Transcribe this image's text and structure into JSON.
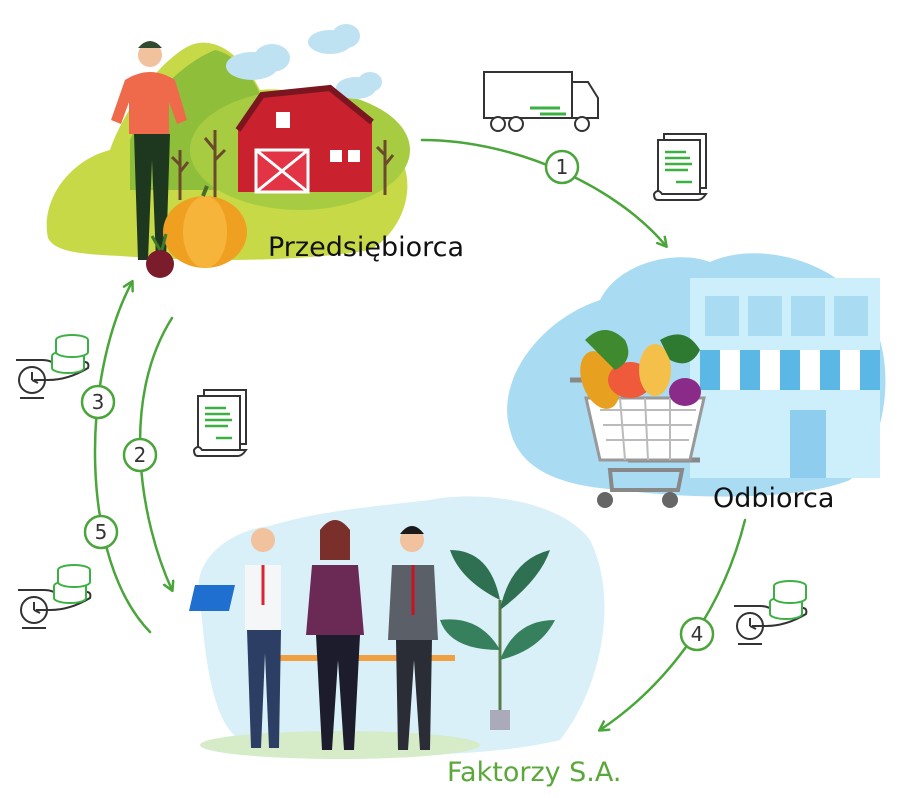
{
  "actors": {
    "entrepreneur": "Przedsiębiorca",
    "recipient": "Odbiorca",
    "factor": "Faktorzy S.A."
  },
  "steps": [
    "1",
    "2",
    "3",
    "4",
    "5"
  ],
  "icons": {
    "delivery": "truck-icon",
    "invoice": "document-icon",
    "payment": "money-clock-icon"
  },
  "colors": {
    "flow_arrow": "#4aa53a",
    "factor_label": "#5aa83a",
    "document_lines": "#3cb043"
  }
}
